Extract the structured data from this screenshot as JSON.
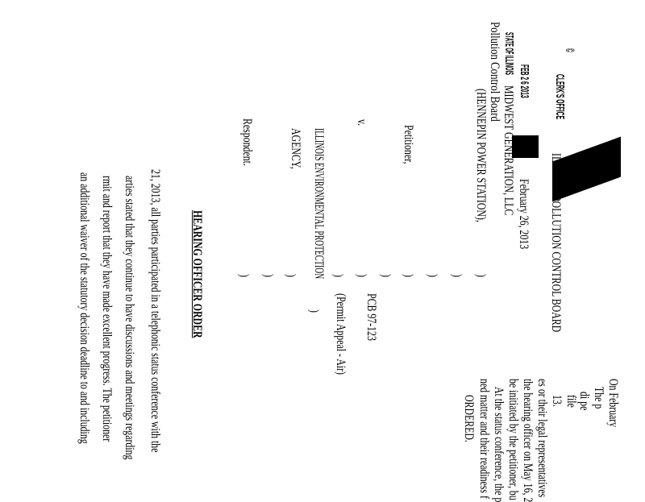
{
  "stamp": {
    "copyright": "©",
    "clerks_office": "CLERK'S OFFICE",
    "date": "FEB 2 6 2013",
    "state": "STATE OF ILLINOIS",
    "board": "Pollution Control Board"
  },
  "header": {
    "agency_title": "ILLINOIS POLLUTION CONTROL BOARD",
    "date": "February 26, 2013"
  },
  "caption": {
    "petitioner_name_1": "MIDWEST GENERATION, LLC",
    "petitioner_name_2": "(HENNEPIN POWER STATION),",
    "petitioner_label": "Petitioner,",
    "versus": "v.",
    "respondent_name_1": "ILLINOIS ENVIRONMENTAL PROTECTION",
    "respondent_name_2": "AGENCY,",
    "respondent_label": "Respondent.",
    "bracket": ")",
    "case_number": "PCB 97-123",
    "case_type": "(Permit Appeal - Air)"
  },
  "order": {
    "title": "HEARING OFFICER ORDER",
    "lines": [
      "21, 2013, all parties participated in a telephonic status conference with the",
      "arties stated that they continue to have discussions and meetings regarding",
      "rmit and report that they have made excellent progress.  The petitioner",
      "an additional waiver of the statutory decision deadline to and including"
    ]
  },
  "right_column": {
    "lines": [
      "On February",
      "The p",
      "di pe",
      "file",
      "13."
    ],
    "lines2": [
      "es or their legal representatives",
      "the hearing officer on May 16, 2",
      "be initiated by the petitioner, bu",
      "At the status conference, the p",
      "ned matter and their readiness f",
      "ORDERED."
    ]
  }
}
